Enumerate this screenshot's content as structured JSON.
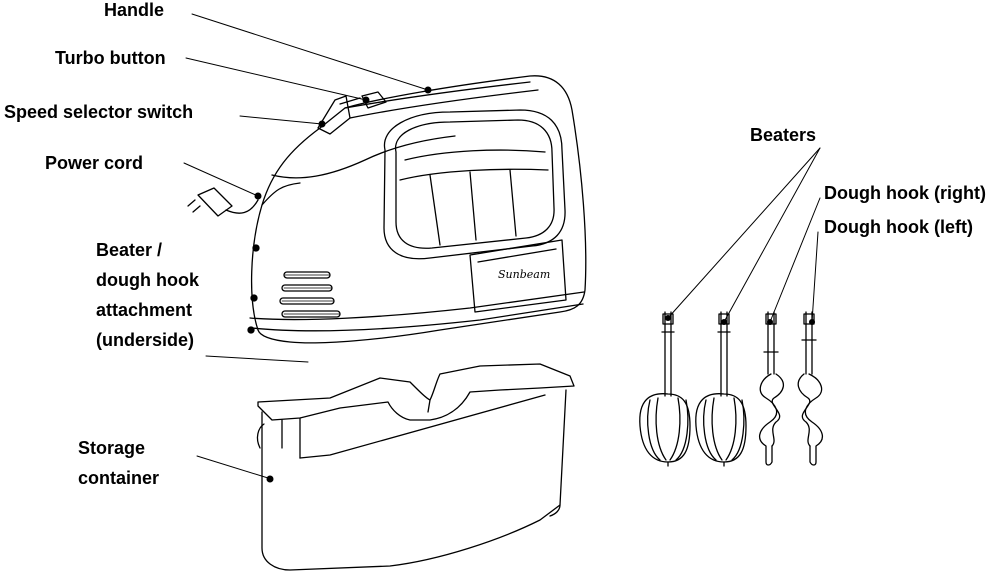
{
  "labels": {
    "handle": "Handle",
    "turbo_button": "Turbo button",
    "speed_selector": "Speed selector switch",
    "power_cord": "Power cord",
    "beater_attachment": [
      "Beater /",
      "dough hook",
      "attachment",
      "(underside)"
    ],
    "storage_container": [
      "Storage",
      "container"
    ],
    "beaters": "Beaters",
    "dough_hook_right": "Dough hook (right)",
    "dough_hook_left": "Dough hook (left)"
  },
  "colors": {
    "ink": "#000000",
    "background": "#ffffff"
  }
}
